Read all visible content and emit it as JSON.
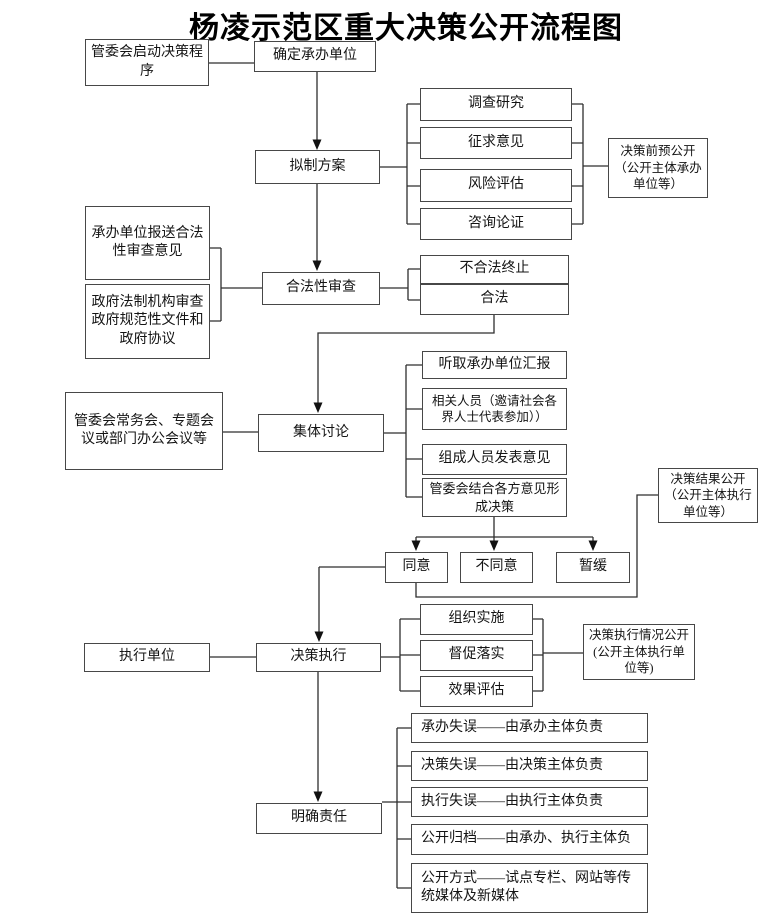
{
  "title": "杨凌示范区重大决策公开流程图",
  "nodes": {
    "start": {
      "label": "管委会启动决策程序"
    },
    "confirm_unit": {
      "label": "确定承办单位"
    },
    "draft_plan": {
      "label": "拟制方案"
    },
    "investigate": {
      "label": "调查研究"
    },
    "solicit": {
      "label": "征求意见"
    },
    "risk": {
      "label": "风险评估"
    },
    "consult": {
      "label": "咨询论证"
    },
    "pre_disclosure": {
      "label": "决策前预公开（公开主体承办单位等）"
    },
    "submit_legality": {
      "label": "承办单位报送合法性审查意见"
    },
    "gov_legal": {
      "label": "政府法制机构审查政府规范性文件和政府协议"
    },
    "legality_review": {
      "label": "合法性审查"
    },
    "illegal_stop": {
      "label": "不合法终止"
    },
    "legal_ok": {
      "label": "合法"
    },
    "meeting": {
      "label": "管委会常务会、专题会议或部门办公会议等"
    },
    "discuss": {
      "label": "集体讨论"
    },
    "listen_report": {
      "label": "听取承办单位汇报"
    },
    "related_people": {
      "label": "相关人员（邀请社会各界人士代表参加））"
    },
    "members_opinions": {
      "label": "组成人员发表意见"
    },
    "form_decision": {
      "label": "管委会结合各方意见形成决策"
    },
    "result_disclosure": {
      "label": "决策结果公开（公开主体执行单位等）"
    },
    "agree": {
      "label": "同意"
    },
    "disagree": {
      "label": "不同意"
    },
    "postpone": {
      "label": "暂缓"
    },
    "exec_unit": {
      "label": "执行单位"
    },
    "decision_exec": {
      "label": "决策执行"
    },
    "organize": {
      "label": "组织实施"
    },
    "supervise": {
      "label": "督促落实"
    },
    "evaluate": {
      "label": "效果评估"
    },
    "exec_disclosure": {
      "label": "决策执行情况公开(公开主体执行单位等)"
    },
    "clarify": {
      "label": "明确责任"
    },
    "resp_undertake": {
      "label": "承办失误——由承办主体负责"
    },
    "resp_decision": {
      "label": "决策失误——由决策主体负责"
    },
    "resp_exec": {
      "label": "执行失误——由执行主体负责"
    },
    "resp_archive": {
      "label": "公开归档——由承办、执行主体负"
    },
    "resp_method": {
      "label": "公开方式——试点专栏、网站等传统媒体及新媒体"
    }
  }
}
